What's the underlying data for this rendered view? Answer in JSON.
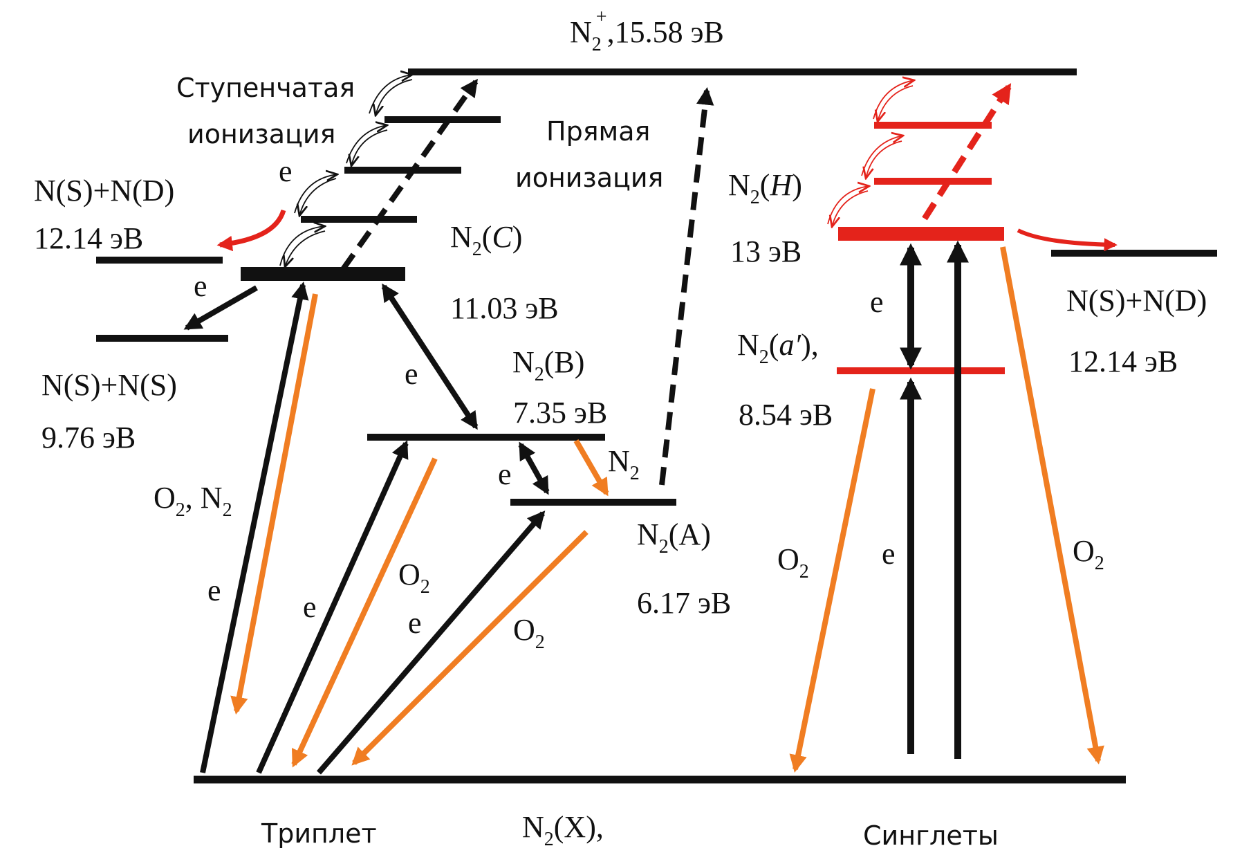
{
  "colors": {
    "black": "#111111",
    "red": "#e4231b",
    "orange": "#f07d22"
  },
  "labels": {
    "n2plus": {
      "main": "N",
      "sub": "2",
      "sup": "+",
      "rest": ",15.58 эВ"
    },
    "stepwise_1": "Ступенчатая",
    "stepwise_2": "ионизация",
    "direct_1": "Прямая",
    "direct_2": "ионизация",
    "nsnd_left": "N(S)+N(D)",
    "nsnd_left_energy": "12.14 эВ",
    "nsns": "N(S)+N(S)",
    "nsns_energy": "9.76 эВ",
    "n2c": {
      "main": "N",
      "sub": "2",
      "open": "(",
      "state": "C",
      "close": ")"
    },
    "n2c_energy": "11.03 эВ",
    "n2b": {
      "main": "N",
      "sub": "2",
      "rest": "(B)"
    },
    "n2b_energy": "7.35 эВ",
    "n2a": {
      "main": "N",
      "sub": "2",
      "rest": "(A)"
    },
    "n2a_energy": "6.17 эВ",
    "n2h": {
      "main": "N",
      "sub": "2",
      "open": "(",
      "state": "H",
      "close": ")"
    },
    "n2h_energy": "13 эВ",
    "n2ap": {
      "main": "N",
      "sub": "2",
      "open": "(",
      "state": "a′",
      "close": "),"
    },
    "n2ap_energy": "8.54 эВ",
    "nsnd_right": "N(S)+N(D)",
    "nsnd_right_energy": "12.14 эВ",
    "n2x": {
      "main": "N",
      "sub": "2",
      "rest": "(X),"
    },
    "triplet": "Триплет",
    "singlets": "Синглеты",
    "e": "e",
    "o2": {
      "main": "O",
      "sub": "2"
    },
    "o2n2": {
      "o": "O",
      "osub": "2",
      "sep": ", N",
      "nsub": "2"
    },
    "n2_collision": {
      "main": "N",
      "sub": "2"
    }
  }
}
